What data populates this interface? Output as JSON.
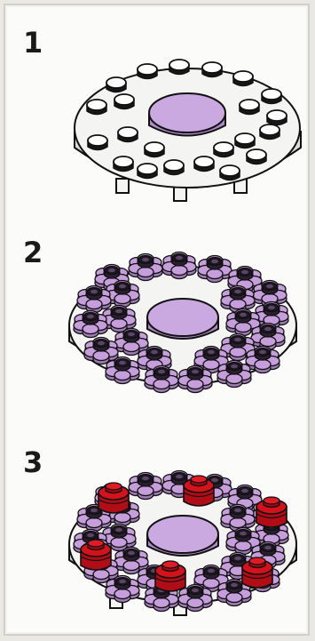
{
  "steps": [
    {
      "number": "1",
      "illustration": "round-plate-with-white-studs-and-lavender-center-tile"
    },
    {
      "number": "2",
      "illustration": "round-plate-with-lavender-flower-plates-on-studs"
    },
    {
      "number": "3",
      "illustration": "round-plate-with-lavender-flowers-and-red-round-bricks"
    }
  ],
  "colors": {
    "plate": "#f4f4f2",
    "plate_edge": "#d8d8d6",
    "outline": "#111111",
    "center_tile": "#c9a9df",
    "stud_black": "#171717",
    "flower": "#c59edb",
    "flower_dark": "#2a1f30",
    "red_brick": "#c8101a"
  }
}
